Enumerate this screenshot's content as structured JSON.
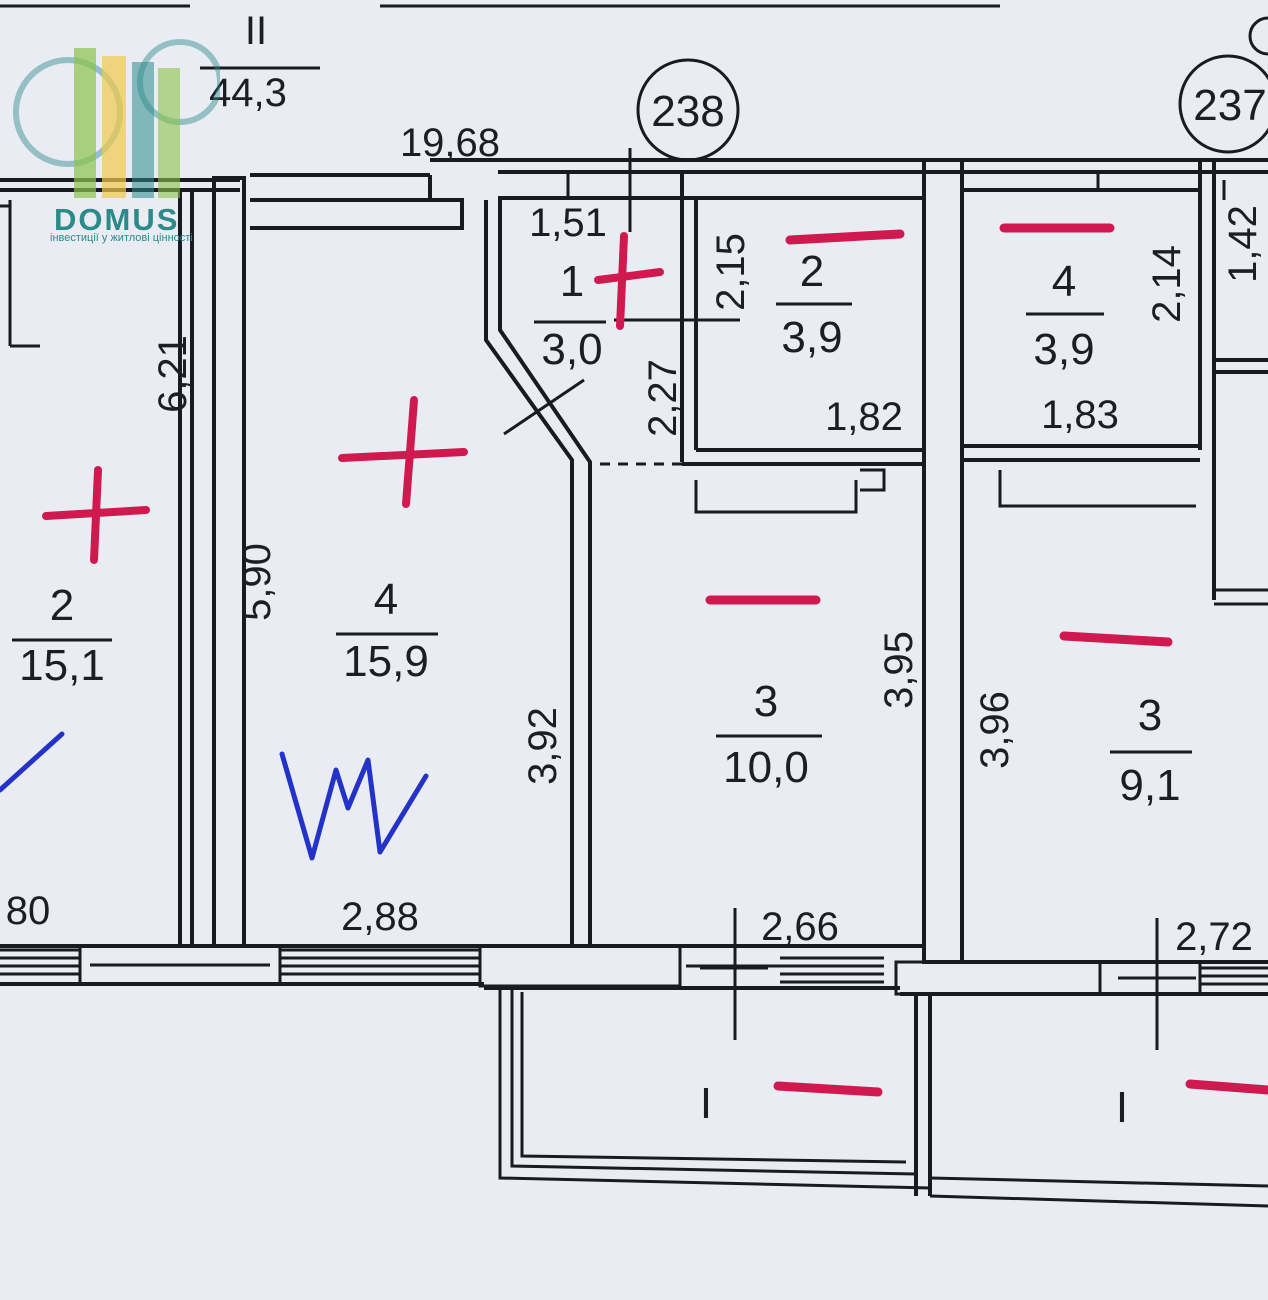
{
  "logo": {
    "word": "DOMUS",
    "tagline": "інвестиції у житлові цінності",
    "colors": {
      "teal": "#2c8a8a",
      "green": "#8bc34a",
      "yellow": "#f2c94c"
    }
  },
  "top_labels": {
    "roman": "II",
    "area": "44,3",
    "width": "19,68"
  },
  "markers": {
    "left": "238",
    "right": "237"
  },
  "rooms": [
    {
      "id": "left-2",
      "num": "2",
      "area": "15,1",
      "mark": "plus"
    },
    {
      "id": "4",
      "num": "4",
      "area": "15,9",
      "mark": "plus"
    },
    {
      "id": "1",
      "num": "1",
      "area": "3,0",
      "mark": "plus"
    },
    {
      "id": "2",
      "num": "2",
      "area": "3,9",
      "mark": "minus"
    },
    {
      "id": "3",
      "num": "3",
      "area": "10,0",
      "mark": "minus"
    },
    {
      "id": "right-4",
      "num": "4",
      "area": "3,9",
      "mark": "minus"
    },
    {
      "id": "right-3",
      "num": "3",
      "area": "9,1",
      "mark": "minus"
    },
    {
      "id": "balcony",
      "num": "I",
      "mark": "minus"
    },
    {
      "id": "right-balcony",
      "num": "I",
      "mark": "minus"
    }
  ],
  "dimensions": {
    "d621": "6,21",
    "d590": "5,90",
    "d151": "1,51",
    "d215": "2,15",
    "d227": "2,27",
    "d182": "1,82",
    "d183": "1,83",
    "d214": "2,14",
    "d142": "1,42",
    "d392": "3,92",
    "d395": "3,95",
    "d396": "3,96",
    "d288": "2,88",
    "d266": "2,66",
    "d272": "2,72",
    "d80": "80"
  },
  "ink_colors": {
    "red": "#d0194f",
    "blue": "#2432c8",
    "line": "#1a1a22",
    "paper": "#e9ecf3"
  }
}
